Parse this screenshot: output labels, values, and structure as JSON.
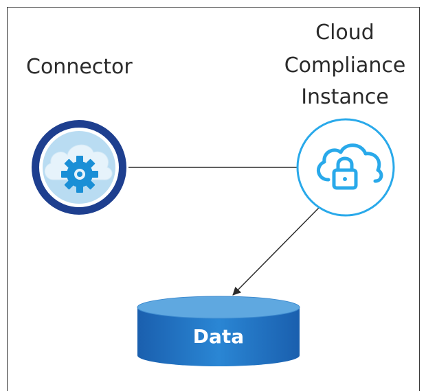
{
  "nodes": {
    "connector": {
      "label": "Connector",
      "icon": "cloud-gear-icon"
    },
    "cloud_compliance": {
      "label_lines": [
        "Cloud",
        "Compliance",
        "Instance"
      ],
      "icon": "cloud-lock-icon"
    },
    "data": {
      "label": "Data",
      "icon": "database-cylinder-icon"
    }
  },
  "edges": [
    {
      "from": "connector",
      "to": "cloud_compliance",
      "type": "line"
    },
    {
      "from": "cloud_compliance",
      "to": "data",
      "type": "arrow"
    }
  ],
  "colors": {
    "connector_ring": "#1e3f8f",
    "connector_fill": "#b9dcf2",
    "gear": "#1a8fd6",
    "compliance_ring": "#29a9ea",
    "data_top": "#5fa8e0",
    "data_body": "#1c6fc0",
    "line": "#2b2b2b"
  }
}
